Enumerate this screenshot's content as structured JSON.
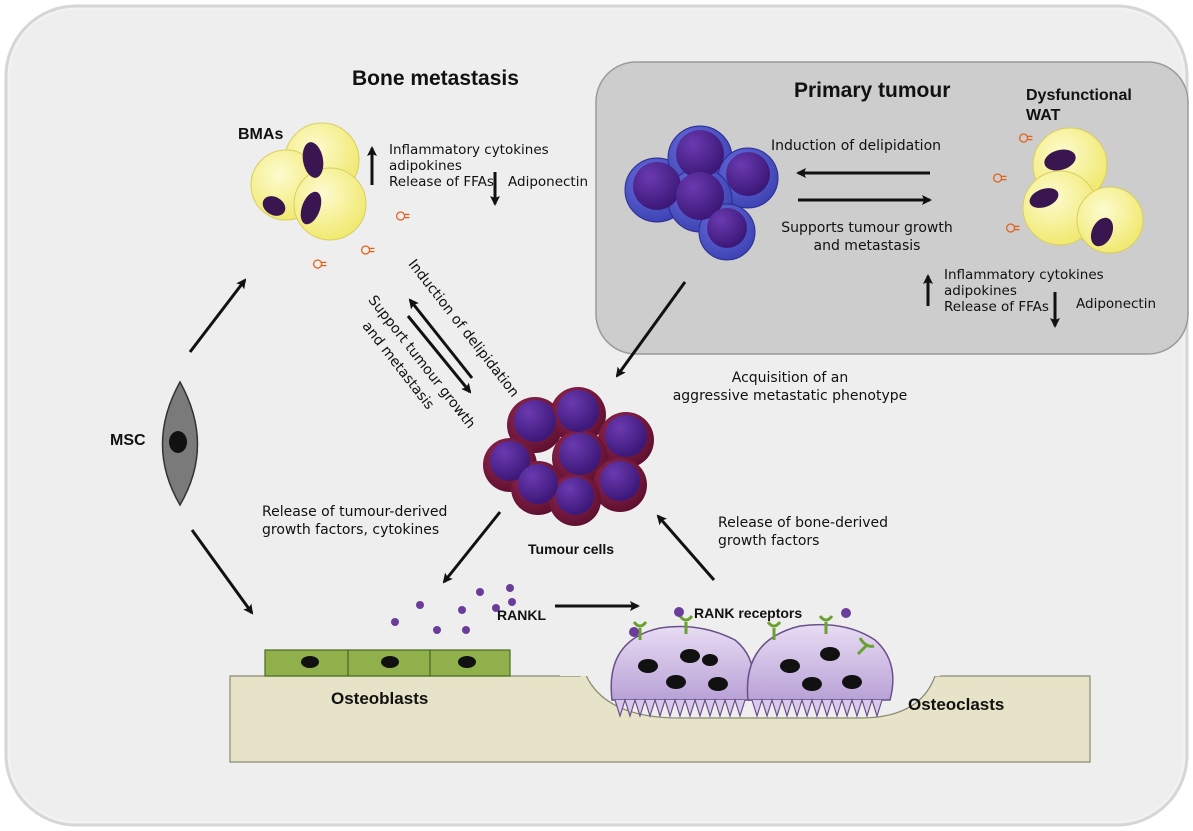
{
  "titles": {
    "bone_metastasis": "Bone metastasis",
    "primary_tumour": "Primary tumour",
    "dysfunctional_wat": "Dysfunctional WAT"
  },
  "cells": {
    "bmas": "BMAs",
    "msc": "MSC",
    "tumour_cells": "Tumour cells",
    "osteoblasts": "Osteoblasts",
    "osteoclasts": "Osteoclasts",
    "rankl": "RANKL",
    "rank_receptors": "RANK receptors"
  },
  "labels": {
    "bma_up_1": "Inflammatory cytokines",
    "bma_up_2": "adipokines",
    "bma_up_3": "Release of FFAs",
    "bma_down": "Adiponectin",
    "primary_induction": "Induction of delipidation",
    "primary_supports_1": "Supports tumour growth",
    "primary_supports_2": "and metastasis",
    "wat_up_1": "Inflammatory cytokines",
    "wat_up_2": "adipokines",
    "wat_up_3": "Release of FFAs",
    "wat_down": "Adiponectin",
    "acquisition_1": "Acquisition of an",
    "acquisition_2": "aggressive metastatic phenotype",
    "bone_induction": "Induction of delipidation",
    "bone_support_1": "Support tumour growth",
    "bone_support_2": "and metastasis",
    "tumour_release_1": "Release of tumour-derived",
    "tumour_release_2": "growth factors, cytokines",
    "bone_release_1": "Release of bone-derived",
    "bone_release_2": "growth factors"
  },
  "colors": {
    "frame_bg": "#eeeeee",
    "primary_box": "#cfcfcf",
    "adipocyte": "#f5f1a0",
    "adipocyte_nucleus": "#3a1650",
    "tumour_blue": "#4a4fc4",
    "tumour_violet": "#4a1d8c",
    "tumour_maroon": "#7a1840",
    "osteoblast": "#8fb04a",
    "osteoclast": "#d8c8ea",
    "bone": "#e6e3c8",
    "receptor": "#86c040",
    "factor_dot": "#6a3d9a",
    "adiponectin_symbol": "#e2601a"
  }
}
